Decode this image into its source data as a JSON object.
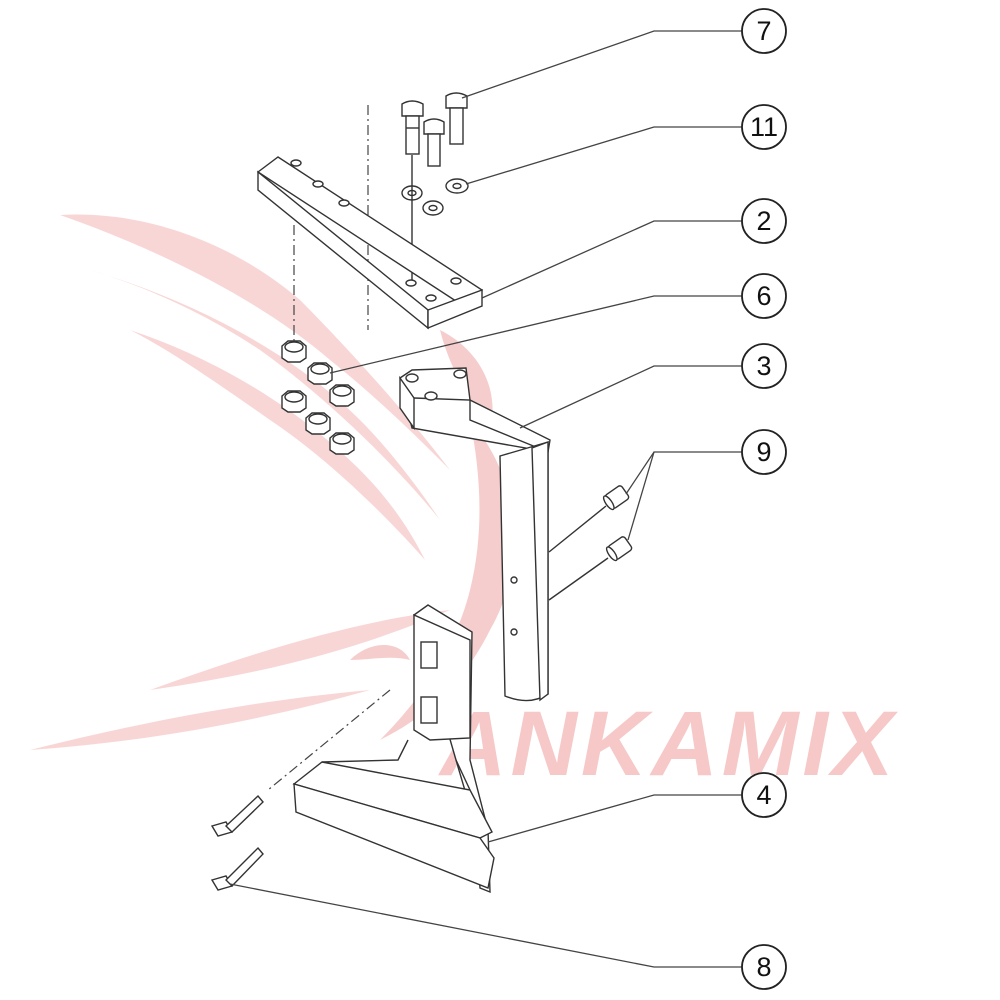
{
  "watermark": {
    "brand": "ANKAMIX",
    "color": "#f6c8c8"
  },
  "callouts": [
    {
      "id": "7",
      "label": "7"
    },
    {
      "id": "11",
      "label": "11"
    },
    {
      "id": "2",
      "label": "2"
    },
    {
      "id": "6",
      "label": "6"
    },
    {
      "id": "3",
      "label": "3"
    },
    {
      "id": "9",
      "label": "9"
    },
    {
      "id": "4",
      "label": "4"
    },
    {
      "id": "8",
      "label": "8"
    }
  ],
  "icons": [
    "bolt-icon",
    "washer-icon",
    "nut-icon",
    "grease-nipple-icon",
    "t-bolt-icon"
  ]
}
